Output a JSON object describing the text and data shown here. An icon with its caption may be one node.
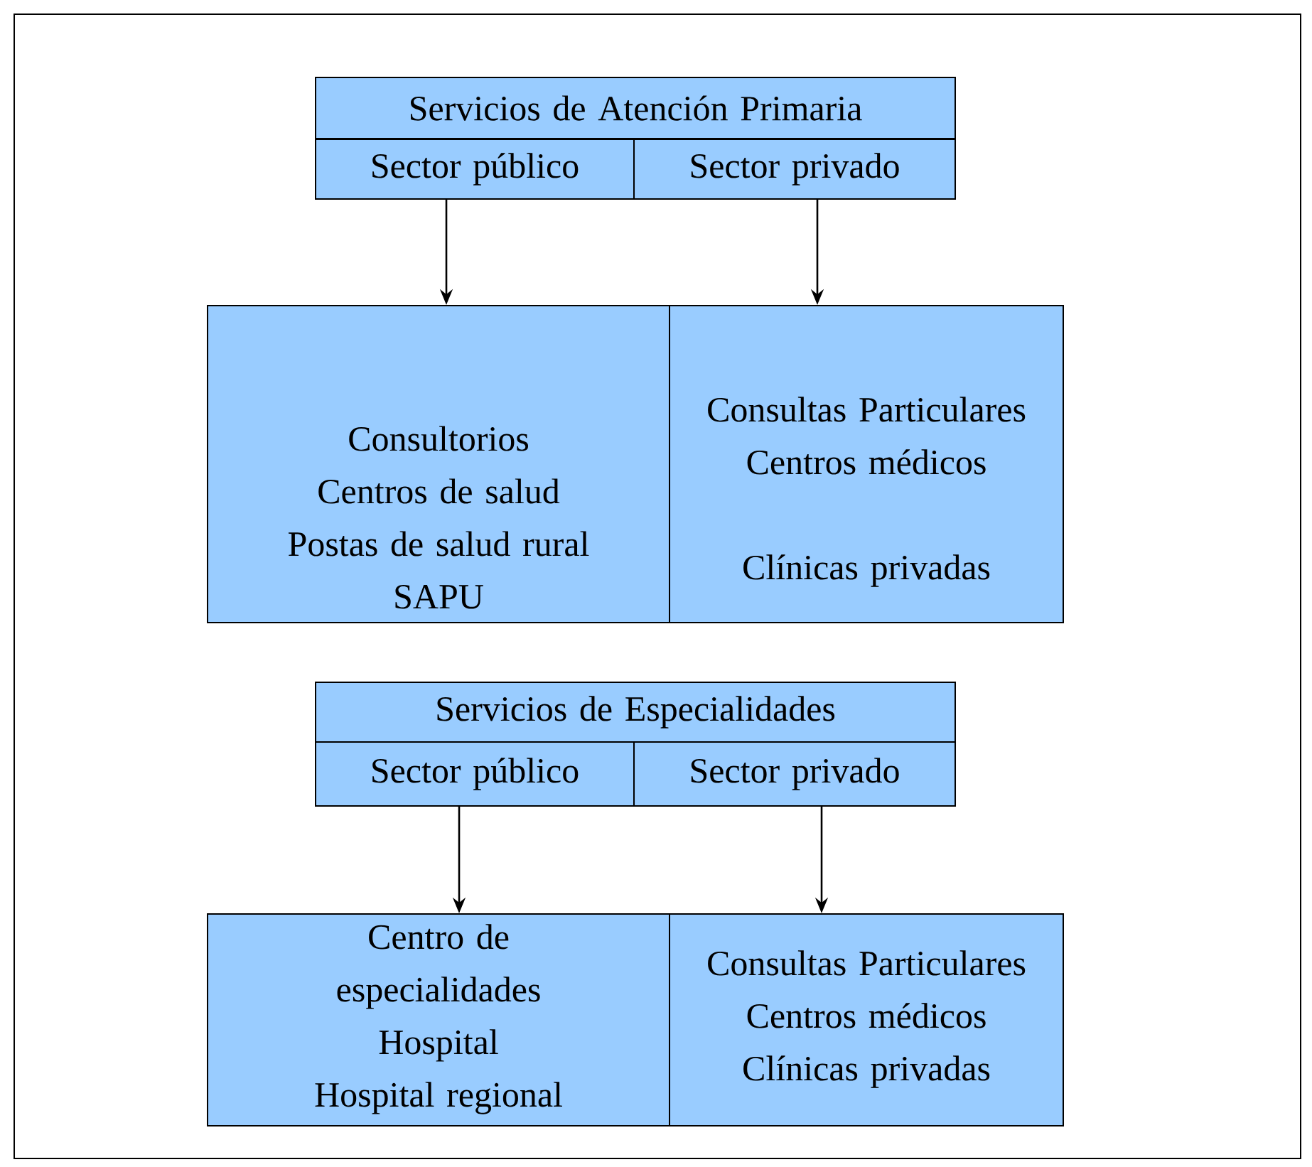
{
  "diagram": {
    "nodes": [
      {
        "text": [
          "Servicios de Atención Primaria"
        ]
      },
      {
        "text": [
          "Sector público"
        ]
      },
      {
        "text": [
          "Sector privado"
        ]
      },
      {
        "text": [
          "Consultorios",
          "Centros de salud",
          "Postas de salud rural",
          "SAPU"
        ]
      },
      {
        "text": [
          "Consultas Particulares",
          "Centros médicos",
          "Clínicas privadas"
        ]
      },
      {
        "text": [
          "Servicios de Especialidades"
        ]
      },
      {
        "text": [
          "Sector público"
        ]
      },
      {
        "text": [
          "Sector privado"
        ]
      },
      {
        "text": [
          "Centro de especialidades",
          "Hospital",
          "Hospital regional"
        ]
      },
      {
        "text": [
          "Consultas Particulares",
          "Centros médicos",
          "Clínicas privadas"
        ]
      }
    ],
    "edges": [
      {
        "from": 1,
        "to": 3,
        "arrow": "to"
      },
      {
        "from": 2,
        "to": 4,
        "arrow": "to"
      },
      {
        "from": 6,
        "to": 8,
        "arrow": "to"
      },
      {
        "from": 7,
        "to": 9,
        "arrow": "to"
      }
    ]
  }
}
